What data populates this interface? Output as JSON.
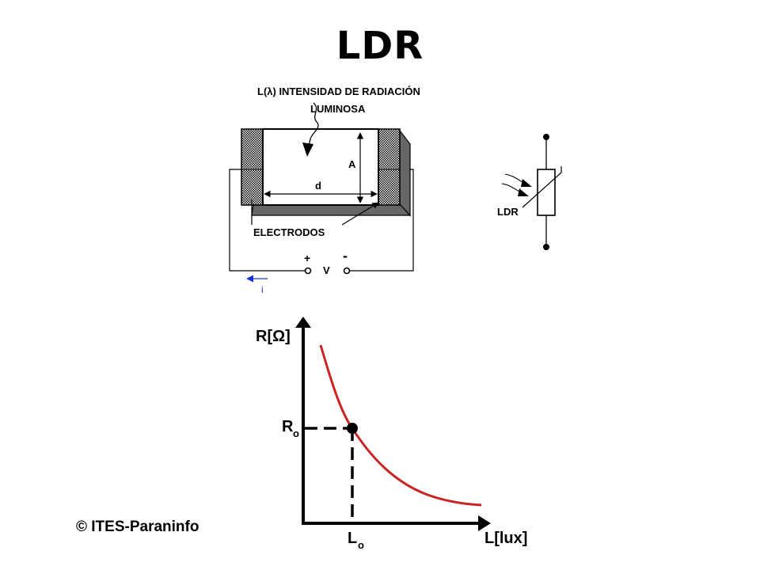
{
  "title": "LDR",
  "copyright": "© ITES-Paraninfo",
  "sensor": {
    "radiation_label_line1": "L(λ) INTENSIDAD DE RADIACIÓN",
    "radiation_label_line2": "LUMINOSA",
    "dim_a": "A",
    "dim_d": "d",
    "electrodes_label": "ELECTRODOS",
    "plus": "+",
    "minus": "-",
    "voltage": "V",
    "current": "i"
  },
  "symbol": {
    "label": "LDR"
  },
  "graph": {
    "y_axis_label": "R[Ω]",
    "x_axis_label": "L[lux]",
    "r0_label": "R",
    "r0_sub": "o",
    "l0_label": "L",
    "l0_sub": "o",
    "curve_color": "#cc2222",
    "curve_shape": "decreasing hyperbola"
  },
  "colors": {
    "current_arrow": "#1a2fd6",
    "electrode_fill": "#555555"
  }
}
